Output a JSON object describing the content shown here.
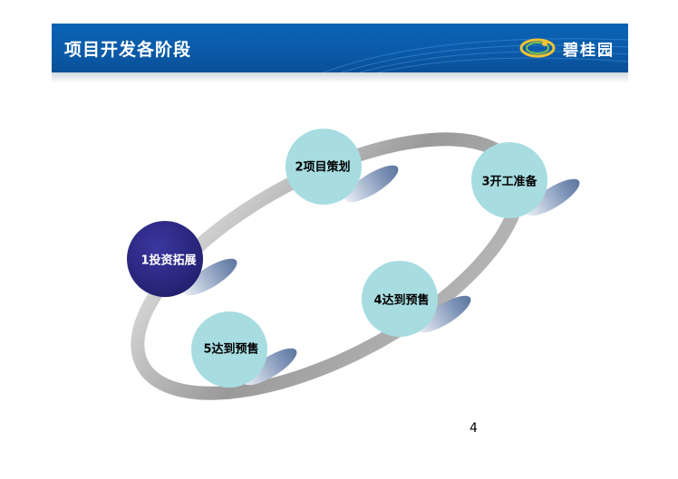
{
  "header": {
    "title": "项目开发各阶段",
    "logo_text": "碧桂园"
  },
  "stages": [
    {
      "label": "1投资拓展"
    },
    {
      "label": "2项目策划"
    },
    {
      "label": "3开工准备"
    },
    {
      "label": "4达到预售"
    },
    {
      "label": "5达到预售"
    }
  ],
  "colors": {
    "header_blue": "#0b5fb0",
    "node_light": "#a7dde1",
    "node_active": "#2e2a86",
    "ring_gray": "#b8b8b8"
  },
  "footer": {
    "page_number": "4"
  }
}
